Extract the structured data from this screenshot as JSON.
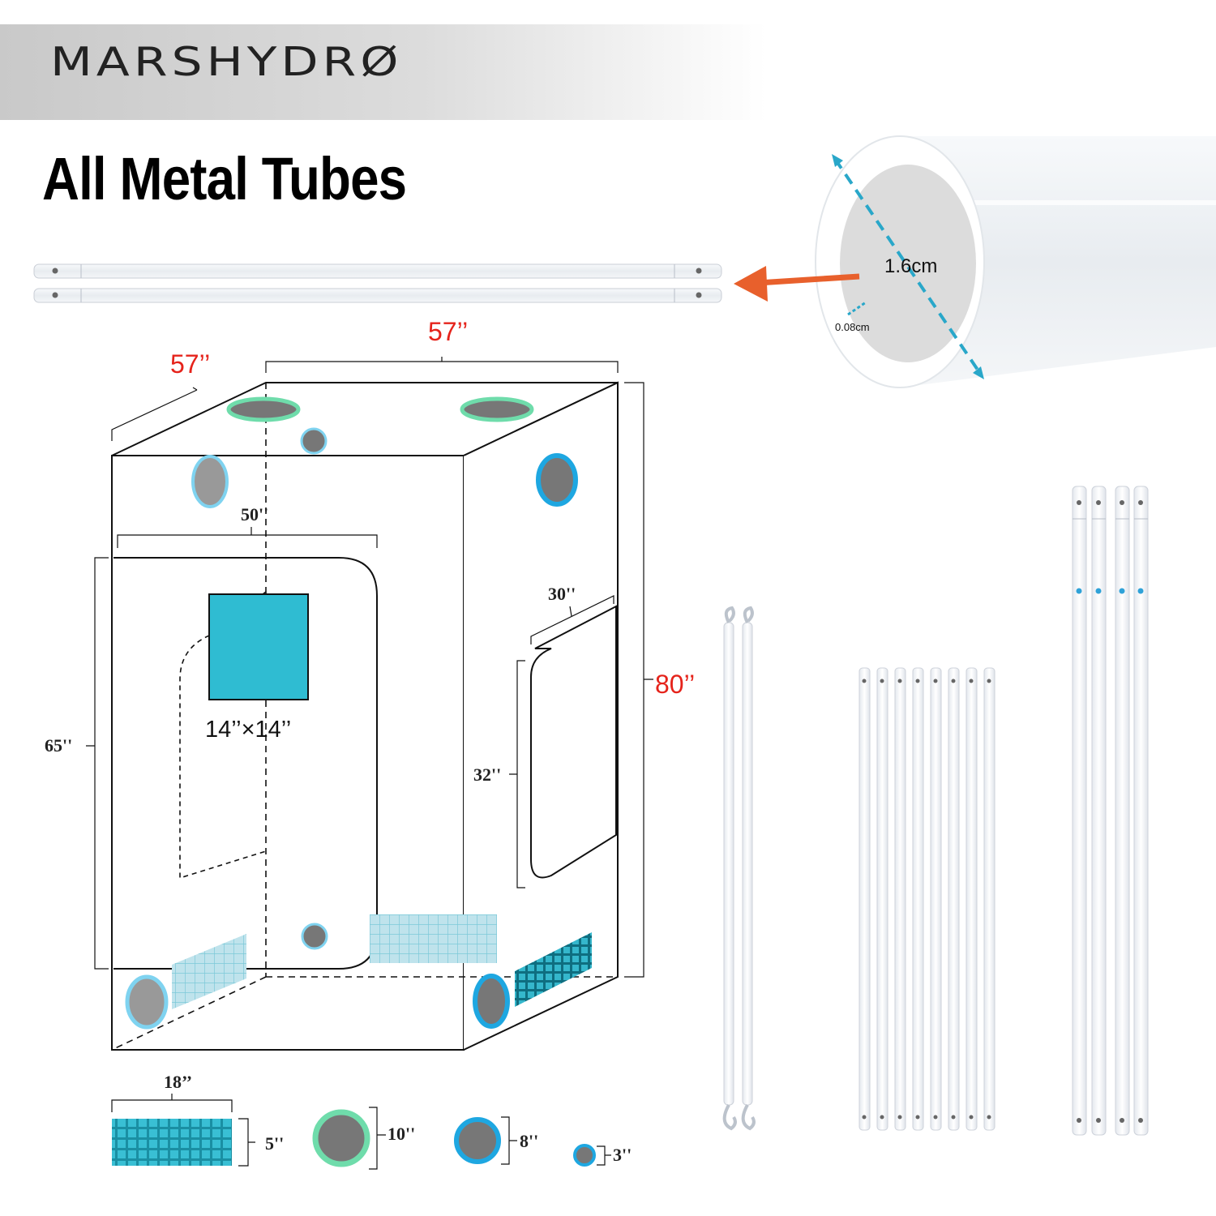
{
  "brand": {
    "logo_text": "MARSHYDRØ"
  },
  "headline": "All Metal Tubes",
  "tube_detail": {
    "inner_diameter": "1.6cm",
    "wall_thickness": "0.08cm"
  },
  "tent": {
    "depth": "57’’",
    "width": "57’’",
    "height": "80’’",
    "door_width": "50''",
    "door_height": "65''",
    "window": "14’’×14’’",
    "side_window_width": "30''",
    "side_window_height": "32''"
  },
  "legend": {
    "vent_width": "18’’",
    "vent_height": "5''",
    "port_large": "10''",
    "port_medium": "8''",
    "port_small": "3''"
  },
  "colors": {
    "accent_red": "#e5231b",
    "port_green": "#6fdcab",
    "port_blue": "#1ea7e1",
    "port_light_blue": "#7fd3f0",
    "window_teal": "#2fbcd2",
    "arrow_orange": "#e8602c"
  }
}
